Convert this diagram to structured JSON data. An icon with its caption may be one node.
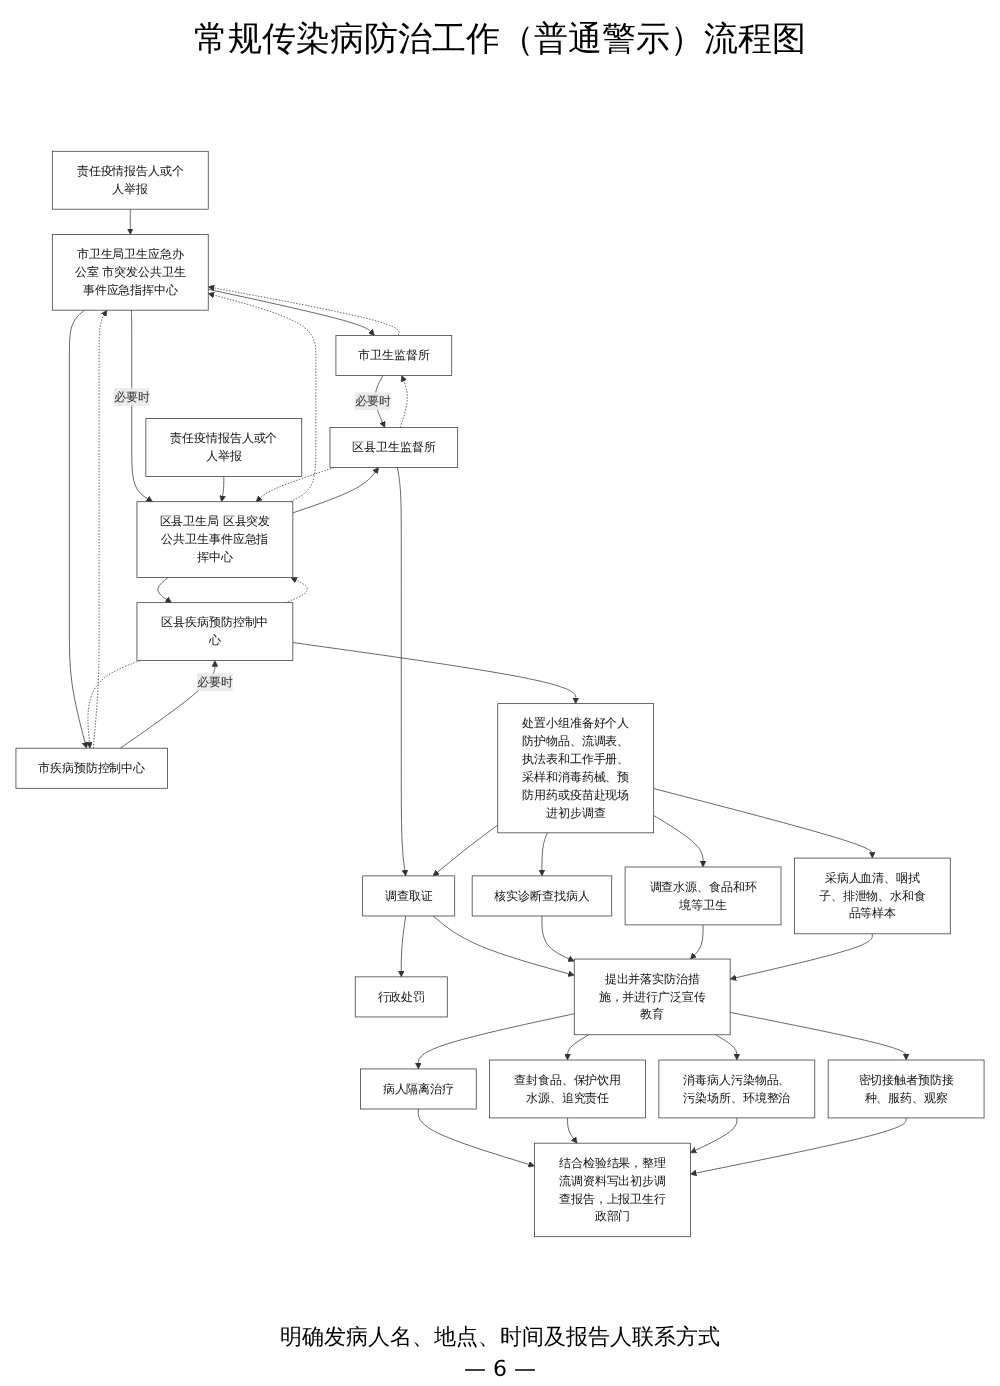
{
  "diagram": {
    "title": "常规传染病防治工作（普通警示）流程图",
    "nodes": [
      {
        "text": [
          "市卫生局卫生应急办公室 市突发公共卫生事件应急指挥中心"
        ]
      },
      {
        "text": [
          "责任疫情报告人或个人举报"
        ]
      },
      {
        "text": [
          "市卫生监督所"
        ]
      },
      {
        "text": [
          "市疾病预防控制中心"
        ]
      },
      {
        "text": [
          "区县卫生局 区县突发公共卫生事件应急指挥中心"
        ]
      },
      {
        "text": [
          "责任疫情报告人或个人举报"
        ]
      },
      {
        "text": [
          "区县卫生监督所"
        ]
      },
      {
        "text": [
          "区县疾病预防控制中心"
        ]
      },
      {
        "text": [
          "处置小组准备好个人防护物品、流调表、执法表和工作手册、采样和消毒药械、预防用药或疫苗赴现场进初步调查"
        ]
      },
      {
        "text": [
          "调查取证"
        ]
      },
      {
        "text": [
          "核实诊断查找病人"
        ]
      },
      {
        "text": [
          "调查水源、食品和环境等卫生"
        ]
      },
      {
        "text": [
          "采病人血清、咽拭子、排泄物、水和食品等样本"
        ]
      },
      {
        "text": [
          "行政处罚"
        ]
      },
      {
        "text": [
          "提出并落实防治措施，并进行广泛宣传教育"
        ]
      },
      {
        "text": [
          "病人隔离治疗"
        ]
      },
      {
        "text": [
          "查封食品、保护饮用水源、追究责任"
        ]
      },
      {
        "text": [
          "消毒病人污染物品、污染场所、环境整治"
        ]
      },
      {
        "text": [
          "密切接触者预防接种、服药、观察"
        ]
      },
      {
        "text": [
          "结合检验结果，整理流调资料写出初步调查报告，上报卫生行政部门"
        ]
      }
    ],
    "edges": [
      {
        "from": 1,
        "to": 0,
        "arrow": "to"
      },
      {
        "from": 0,
        "to": 2,
        "arrow": "to"
      },
      {
        "from": 2,
        "to": 0,
        "arrow": "to",
        "style": "dashed"
      },
      {
        "from": 0,
        "to": 4,
        "arrow": "to",
        "label": "必要时"
      },
      {
        "from": 4,
        "to": 0,
        "arrow": "to",
        "style": "dashed"
      },
      {
        "from": 0,
        "to": 3,
        "arrow": "to"
      },
      {
        "from": 3,
        "to": 0,
        "arrow": "to",
        "style": "dashed"
      },
      {
        "from": 5,
        "to": 4,
        "arrow": "to"
      },
      {
        "from": 2,
        "to": 6,
        "arrow": "to",
        "label": "必要时"
      },
      {
        "from": 6,
        "to": 2,
        "arrow": "to",
        "style": "dashed"
      },
      {
        "from": 3,
        "to": 7,
        "arrow": "to",
        "label": "必要时"
      },
      {
        "from": 7,
        "to": 3,
        "arrow": "to",
        "style": "dashed"
      },
      {
        "from": 4,
        "to": 6,
        "arrow": "to"
      },
      {
        "from": 6,
        "to": 4,
        "arrow": "to",
        "style": "dashed"
      },
      {
        "from": 4,
        "to": 7,
        "arrow": "to"
      },
      {
        "from": 7,
        "to": 4,
        "arrow": "to",
        "style": "dashed"
      },
      {
        "from": 7,
        "to": 8,
        "arrow": "to"
      },
      {
        "from": 6,
        "to": 9,
        "arrow": "to"
      },
      {
        "from": 8,
        "to": 9,
        "arrow": "to"
      },
      {
        "from": 8,
        "to": 10,
        "arrow": "to"
      },
      {
        "from": 8,
        "to": 11,
        "arrow": "to"
      },
      {
        "from": 8,
        "to": 12,
        "arrow": "to"
      },
      {
        "from": 9,
        "to": 13,
        "arrow": "to"
      },
      {
        "from": 9,
        "to": 14,
        "arrow": "to"
      },
      {
        "from": 10,
        "to": 14,
        "arrow": "to"
      },
      {
        "from": 11,
        "to": 14,
        "arrow": "to"
      },
      {
        "from": 12,
        "to": 14,
        "arrow": "to"
      },
      {
        "from": 14,
        "to": 15,
        "arrow": "to"
      },
      {
        "from": 14,
        "to": 16,
        "arrow": "to"
      },
      {
        "from": 14,
        "to": 17,
        "arrow": "to"
      },
      {
        "from": 14,
        "to": 18,
        "arrow": "to"
      },
      {
        "from": 15,
        "to": 19,
        "arrow": "to"
      },
      {
        "from": 16,
        "to": 19,
        "arrow": "to"
      },
      {
        "from": 17,
        "to": 19,
        "arrow": "to"
      },
      {
        "from": 18,
        "to": 19,
        "arrow": "to"
      }
    ],
    "labels": [
      "明确发病人名、地点、时间及报告人联系方式",
      "— 6 —"
    ]
  }
}
